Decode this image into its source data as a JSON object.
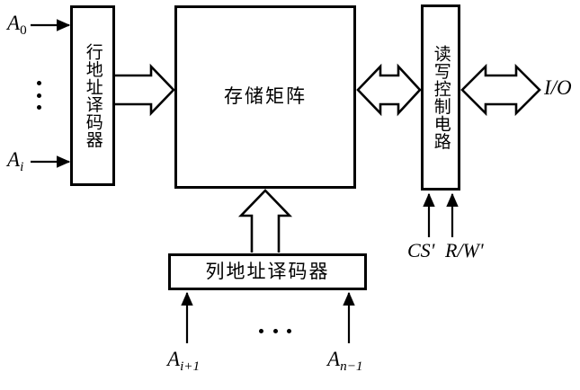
{
  "diagram": {
    "title": "RAM structure block diagram",
    "stroke_color": "#000000",
    "background_color": "#ffffff",
    "blocks": [
      {
        "id": "row-decoder",
        "label": "行地址译码器",
        "orientation": "vertical",
        "meaning": "row address decoder"
      },
      {
        "id": "memory-matrix",
        "label": "存储矩阵",
        "orientation": "horizontal",
        "meaning": "memory matrix"
      },
      {
        "id": "rw-control",
        "label": "读写控制电路",
        "orientation": "vertical",
        "meaning": "read/write control circuit"
      },
      {
        "id": "col-decoder",
        "label": "列地址译码器",
        "orientation": "horizontal",
        "meaning": "column address decoder"
      }
    ],
    "labels": {
      "address_first": {
        "base": "A",
        "sub": "0"
      },
      "address_i": {
        "base": "A",
        "sub": "i"
      },
      "address_i_plus_1": {
        "base": "A",
        "sub": "i+1"
      },
      "address_n_minus_1": {
        "base": "A",
        "sub": "n−1"
      },
      "io": "I/O",
      "chip_select": "CS'",
      "read_write": "R/W'"
    },
    "ellipsis": {
      "vertical": "⋮",
      "horizontal": "⋯"
    },
    "connections": [
      {
        "from": "A0",
        "to": "row-decoder",
        "style": "solid-arrow",
        "direction": "right"
      },
      {
        "from": "Ai",
        "to": "row-decoder",
        "style": "solid-arrow",
        "direction": "right"
      },
      {
        "from": "row-decoder",
        "to": "memory-matrix",
        "style": "hollow-arrow",
        "direction": "right"
      },
      {
        "from": "memory-matrix",
        "to": "rw-control",
        "style": "hollow-double-arrow",
        "direction": "both"
      },
      {
        "from": "rw-control",
        "to": "I/O",
        "style": "hollow-double-arrow",
        "direction": "both"
      },
      {
        "from": "col-decoder",
        "to": "memory-matrix",
        "style": "hollow-arrow",
        "direction": "up"
      },
      {
        "from": "Ai+1",
        "to": "col-decoder",
        "style": "solid-arrow",
        "direction": "up"
      },
      {
        "from": "An-1",
        "to": "col-decoder",
        "style": "solid-arrow",
        "direction": "up"
      },
      {
        "from": "CS'",
        "to": "rw-control",
        "style": "solid-arrow",
        "direction": "up"
      },
      {
        "from": "R/W'",
        "to": "rw-control",
        "style": "solid-arrow",
        "direction": "up"
      }
    ]
  }
}
